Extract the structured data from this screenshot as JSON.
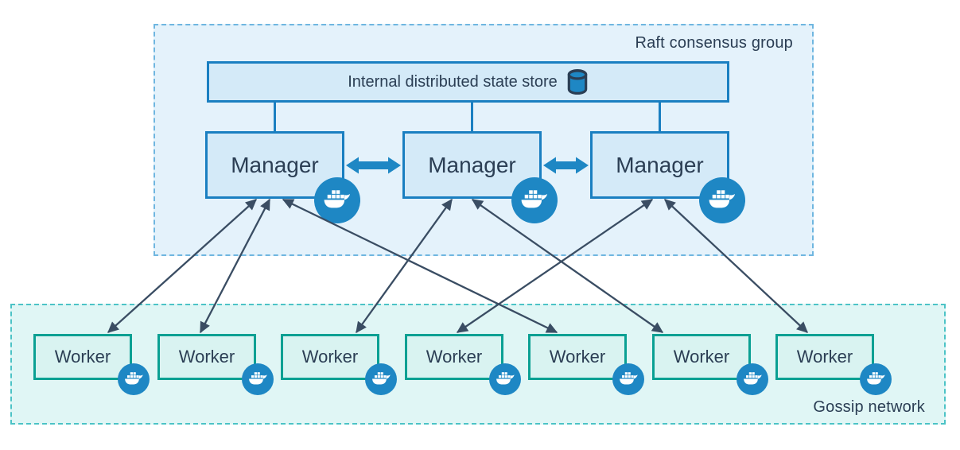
{
  "diagram_type": "docker-swarm-architecture",
  "raft_group": {
    "label": "Raft consensus group",
    "state_store": {
      "label": "Internal distributed state store",
      "icon": "database-cylinder-icon"
    },
    "managers": [
      {
        "id": "manager-1",
        "label": "Manager",
        "badge_icon": "docker-whale-icon"
      },
      {
        "id": "manager-2",
        "label": "Manager",
        "badge_icon": "docker-whale-icon"
      },
      {
        "id": "manager-3",
        "label": "Manager",
        "badge_icon": "docker-whale-icon"
      }
    ]
  },
  "gossip_network": {
    "label": "Gossip network",
    "workers": [
      {
        "id": "worker-1",
        "label": "Worker",
        "badge_icon": "docker-whale-icon"
      },
      {
        "id": "worker-2",
        "label": "Worker",
        "badge_icon": "docker-whale-icon"
      },
      {
        "id": "worker-3",
        "label": "Worker",
        "badge_icon": "docker-whale-icon"
      },
      {
        "id": "worker-4",
        "label": "Worker",
        "badge_icon": "docker-whale-icon"
      },
      {
        "id": "worker-5",
        "label": "Worker",
        "badge_icon": "docker-whale-icon"
      },
      {
        "id": "worker-6",
        "label": "Worker",
        "badge_icon": "docker-whale-icon"
      },
      {
        "id": "worker-7",
        "label": "Worker",
        "badge_icon": "docker-whale-icon"
      }
    ]
  },
  "edges": {
    "state_store_links": [
      "manager-1",
      "manager-2",
      "manager-3"
    ],
    "manager_peer_links": [
      {
        "from": "manager-1",
        "to": "manager-2",
        "bidirectional": true,
        "style": "thick-blue-arrow"
      },
      {
        "from": "manager-2",
        "to": "manager-3",
        "bidirectional": true,
        "style": "thick-blue-arrow"
      }
    ],
    "manager_worker_links": [
      {
        "manager": 1,
        "worker": 1,
        "bidirectional": true
      },
      {
        "manager": 1,
        "worker": 2,
        "bidirectional": true
      },
      {
        "manager": 1,
        "worker": 5,
        "bidirectional": true
      },
      {
        "manager": 2,
        "worker": 3,
        "bidirectional": true
      },
      {
        "manager": 2,
        "worker": 6,
        "bidirectional": true
      },
      {
        "manager": 3,
        "worker": 4,
        "bidirectional": true
      },
      {
        "manager": 3,
        "worker": 7,
        "bidirectional": true
      }
    ]
  },
  "colors": {
    "accent_blue": "#1e87c4",
    "box_blue_fill": "#d4eaf8",
    "box_blue_border": "#1a7fc1",
    "worker_fill": "#d9f3f1",
    "worker_border": "#0aa093",
    "raft_fill": "#e4f2fb",
    "raft_dash": "#6fb6e0",
    "gossip_fill": "#e0f6f5",
    "gossip_dash": "#4cc3c6",
    "thin_arrow": "#3a4d63",
    "text": "#2b3e54"
  }
}
